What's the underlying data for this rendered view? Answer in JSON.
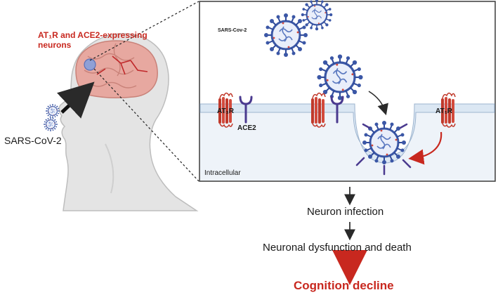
{
  "head_panel": {
    "neuron_label_line1": "AT₁R and ACE2-expressing",
    "neuron_label_line2": "neurons",
    "virus_label": "SARS-CoV-2"
  },
  "cell_panel": {
    "virus_label": "SARS-Cov-2",
    "receptor_at1r_left": "AT₁R",
    "receptor_ace2": "ACE2",
    "receptor_at1r_right": "AT₁R",
    "region_label": "Intracellular"
  },
  "flow": {
    "step1": "Neuron infection",
    "step2": "Neuronal dysfunction and death",
    "outcome": "Cognition decline"
  },
  "colors": {
    "virus": "#3b57a6",
    "spike": "#2f4a9a",
    "rna": "#5a78c0",
    "receptor_red": "#c0392b",
    "receptor_purple": "#4a3a8f",
    "brain": "#e7a8a0",
    "membrane": "#dbe7f3",
    "accent_red": "#c8281f"
  },
  "icons": [
    "head-silhouette",
    "brain-icon",
    "virus-icon",
    "at1r-receptor-icon",
    "ace2-receptor-icon",
    "down-arrow-icon"
  ]
}
